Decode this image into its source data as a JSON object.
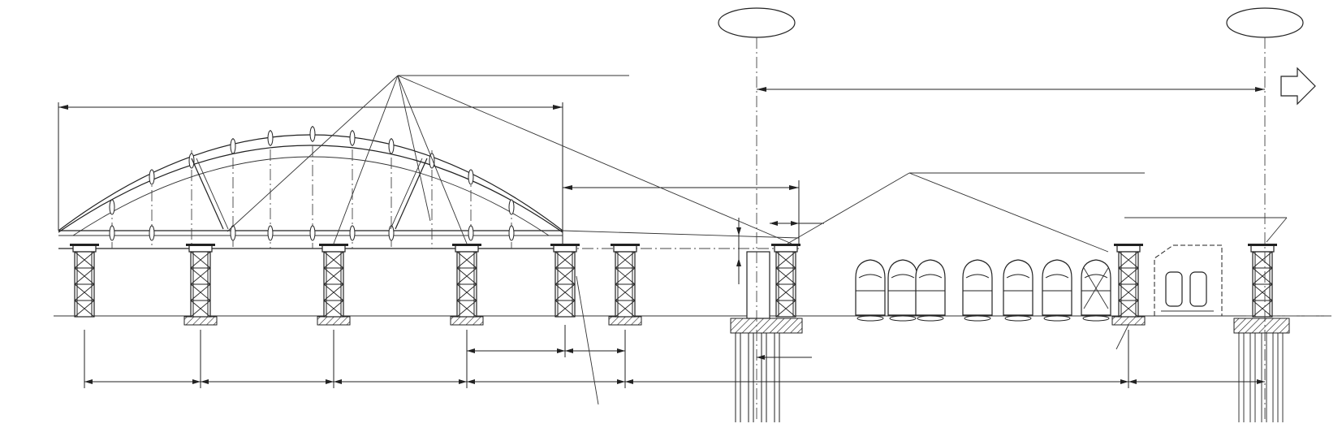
{
  "drawing": {
    "type": "bridge-arch-elevation",
    "colors": {
      "ink": "#222222",
      "paper": "#ffffff"
    },
    "arch": {
      "hangers": 11,
      "struts": 2
    },
    "supports": {
      "towers": 9,
      "count_under_arch": 6,
      "count_outside_arch": 3
    },
    "vehicles": {
      "column_segments": 7,
      "small_units": 2
    },
    "pile_groups": 2,
    "grid_markers": 2,
    "texts": []
  }
}
